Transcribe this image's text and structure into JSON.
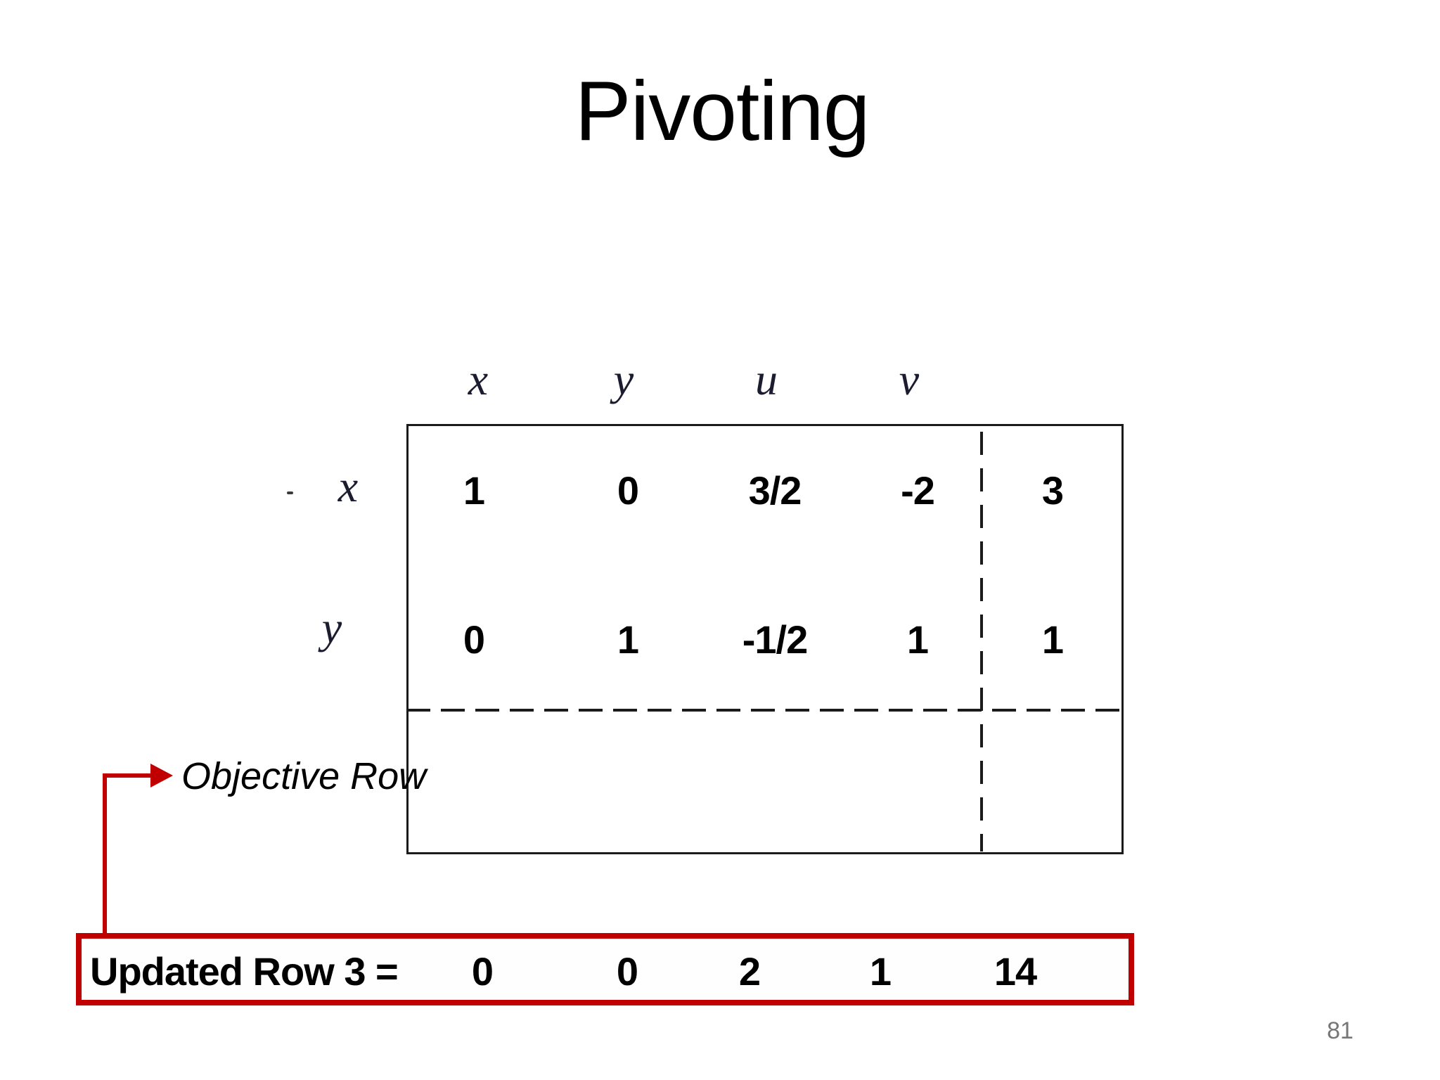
{
  "slide": {
    "title": "Pivoting",
    "page_number": "81"
  },
  "colors": {
    "accent_red": "#c00000",
    "line_black": "#1b1b1b",
    "page_number_gray": "#777777"
  },
  "tableau": {
    "column_headers": [
      "x",
      "y",
      "u",
      "v"
    ],
    "rows": [
      {
        "label": "x",
        "values": [
          "1",
          "0",
          "3/2",
          "-2",
          "3"
        ]
      },
      {
        "label": "y",
        "values": [
          "0",
          "1",
          "-1/2",
          "1",
          "1"
        ]
      }
    ],
    "objective_row_label": "Objective Row",
    "stray_mark": ""
  },
  "updated_row": {
    "label": "Updated Row 3 =",
    "values": [
      "0",
      "0",
      "2",
      "1",
      "14"
    ]
  }
}
